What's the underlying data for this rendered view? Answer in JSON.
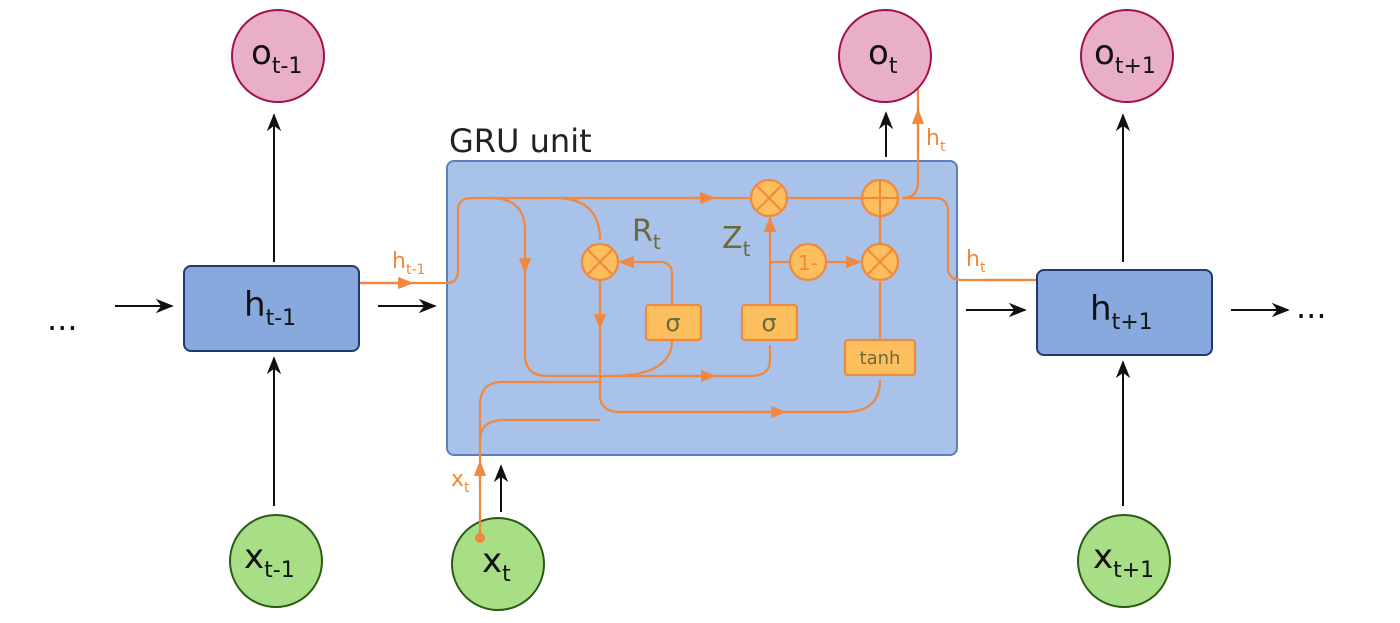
{
  "title": "GRU unit",
  "nodes": {
    "o_prev": {
      "main": "o",
      "sub": "t-1"
    },
    "o_cur": {
      "main": "o",
      "sub": "t"
    },
    "o_next": {
      "main": "o",
      "sub": "t+1"
    },
    "h_prev": {
      "main": "h",
      "sub": "t-1"
    },
    "h_next": {
      "main": "h",
      "sub": "t+1"
    },
    "x_prev": {
      "main": "x",
      "sub": "t-1"
    },
    "x_cur": {
      "main": "x",
      "sub": "t"
    },
    "x_next": {
      "main": "x",
      "sub": "t+1"
    }
  },
  "gates": {
    "sigma_r": "σ",
    "sigma_z": "σ",
    "tanh": "tanh",
    "one_minus": "1-"
  },
  "labels": {
    "r_gate": {
      "main": "R",
      "sub": "t"
    },
    "z_gate": {
      "main": "Z",
      "sub": "t"
    },
    "h_in": {
      "main": "h",
      "sub": "t-1"
    },
    "h_out": {
      "main": "h",
      "sub": "t"
    },
    "h_up": {
      "main": "h",
      "sub": "t"
    },
    "x_in": {
      "main": "x",
      "sub": "t"
    }
  },
  "ellipsis_left": "...",
  "ellipsis_right": "...",
  "colors": {
    "orange": "#f0883e",
    "gate_fill": "#fdbe5e",
    "unit_fill": "#a9c2e9",
    "unit_stroke": "#5b7fb8",
    "h_fill": "#87a9de",
    "h_stroke": "#1f3a6b",
    "o_fill": "#e9afc8",
    "o_stroke": "#a0104a",
    "x_fill": "#a8de85",
    "x_stroke": "#2a5a14",
    "gate_text": "#6b6b3a"
  }
}
